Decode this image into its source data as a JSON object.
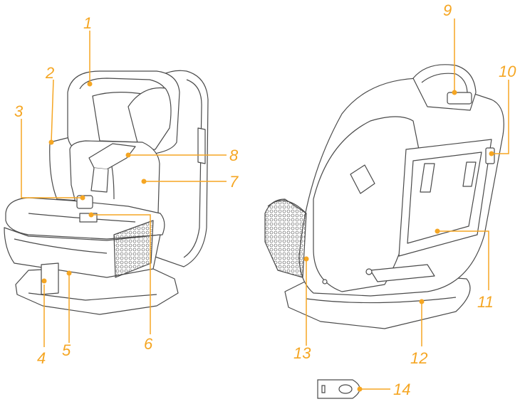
{
  "colors": {
    "accent": "#f5a623",
    "line": "#4a4a4a"
  },
  "callouts": [
    {
      "id": "c1",
      "label": "1"
    },
    {
      "id": "c2",
      "label": "2"
    },
    {
      "id": "c3",
      "label": "3"
    },
    {
      "id": "c4",
      "label": "4"
    },
    {
      "id": "c5",
      "label": "5"
    },
    {
      "id": "c6",
      "label": "6"
    },
    {
      "id": "c7",
      "label": "7"
    },
    {
      "id": "c8",
      "label": "8"
    },
    {
      "id": "c9",
      "label": "9"
    },
    {
      "id": "c10",
      "label": "10"
    },
    {
      "id": "c11",
      "label": "11"
    },
    {
      "id": "c12",
      "label": "12"
    },
    {
      "id": "c13",
      "label": "13"
    },
    {
      "id": "c14",
      "label": "14"
    }
  ]
}
